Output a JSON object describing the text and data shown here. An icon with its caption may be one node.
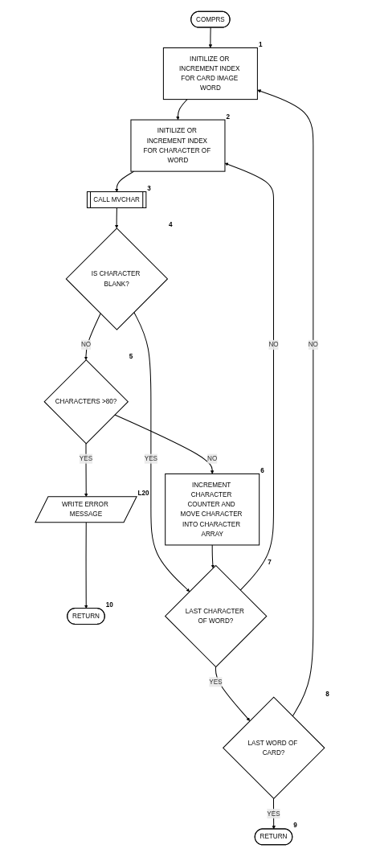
{
  "diagram": {
    "nodes": [
      {
        "text": [
          "COMPRS"
        ]
      },
      {
        "text": [
          "INITILIZE OR INCREMENT INDEX FOR CARD IMAGE WORD"
        ],
        "beside": [
          "1"
        ]
      },
      {
        "text": [
          "INITILIZE OR INCREMENT INDEX FOR CHARACTER OF WORD"
        ],
        "beside": [
          "2"
        ]
      },
      {
        "text": [
          "CALL MVCHAR"
        ],
        "beside": [
          "3"
        ]
      },
      {
        "text": [
          "IS CHARACTER BLANK?"
        ],
        "beside": [
          "4"
        ]
      },
      {
        "text": [
          "CHARACTERS >80?"
        ],
        "beside": [
          "5"
        ]
      },
      {
        "text": [
          "WRITE ERROR MESSAGE"
        ],
        "beside": [
          "L20"
        ]
      },
      {
        "text": [
          "RETURN"
        ],
        "beside": [
          "10"
        ]
      },
      {
        "text": [
          "INCREMENT CHARACTER COUNTER AND MOVE CHARACTER INTO CHARACTER ARRAY"
        ],
        "beside": [
          "6"
        ]
      },
      {
        "text": [
          "LAST CHARACTER OF WORD?"
        ],
        "beside": [
          "7"
        ]
      },
      {
        "text": [
          "LAST WORD OF CARD?"
        ],
        "beside": [
          "8"
        ]
      },
      {
        "text": [
          "RETURN"
        ],
        "beside": [
          "9"
        ]
      }
    ],
    "edges": [
      {
        "from": 0,
        "to": 1,
        "arrow": "to"
      },
      {
        "from": 1,
        "to": 2,
        "arrow": "to"
      },
      {
        "from": 2,
        "to": 3,
        "arrow": "to"
      },
      {
        "from": 3,
        "to": 4,
        "arrow": "to"
      },
      {
        "from": 4,
        "to": 9,
        "label": "YES",
        "arrow": "to"
      },
      {
        "from": 4,
        "to": 5,
        "label": "NO",
        "arrow": "to"
      },
      {
        "from": 5,
        "to": 6,
        "label": "YES",
        "arrow": "to"
      },
      {
        "from": 6,
        "to": 7,
        "arrow": "to"
      },
      {
        "from": 5,
        "to": 8,
        "label": "NO",
        "arrow": "to"
      },
      {
        "from": 8,
        "to": 9,
        "arrow": "to"
      },
      {
        "from": 9,
        "to": 2,
        "label": "NO",
        "arrow": "to"
      },
      {
        "from": 9,
        "to": 10,
        "label": "YES",
        "arrow": "to"
      },
      {
        "from": 10,
        "to": 1,
        "label": "NO",
        "arrow": "to"
      },
      {
        "from": 10,
        "to": 11,
        "label": "YES",
        "arrow": "to"
      }
    ]
  }
}
